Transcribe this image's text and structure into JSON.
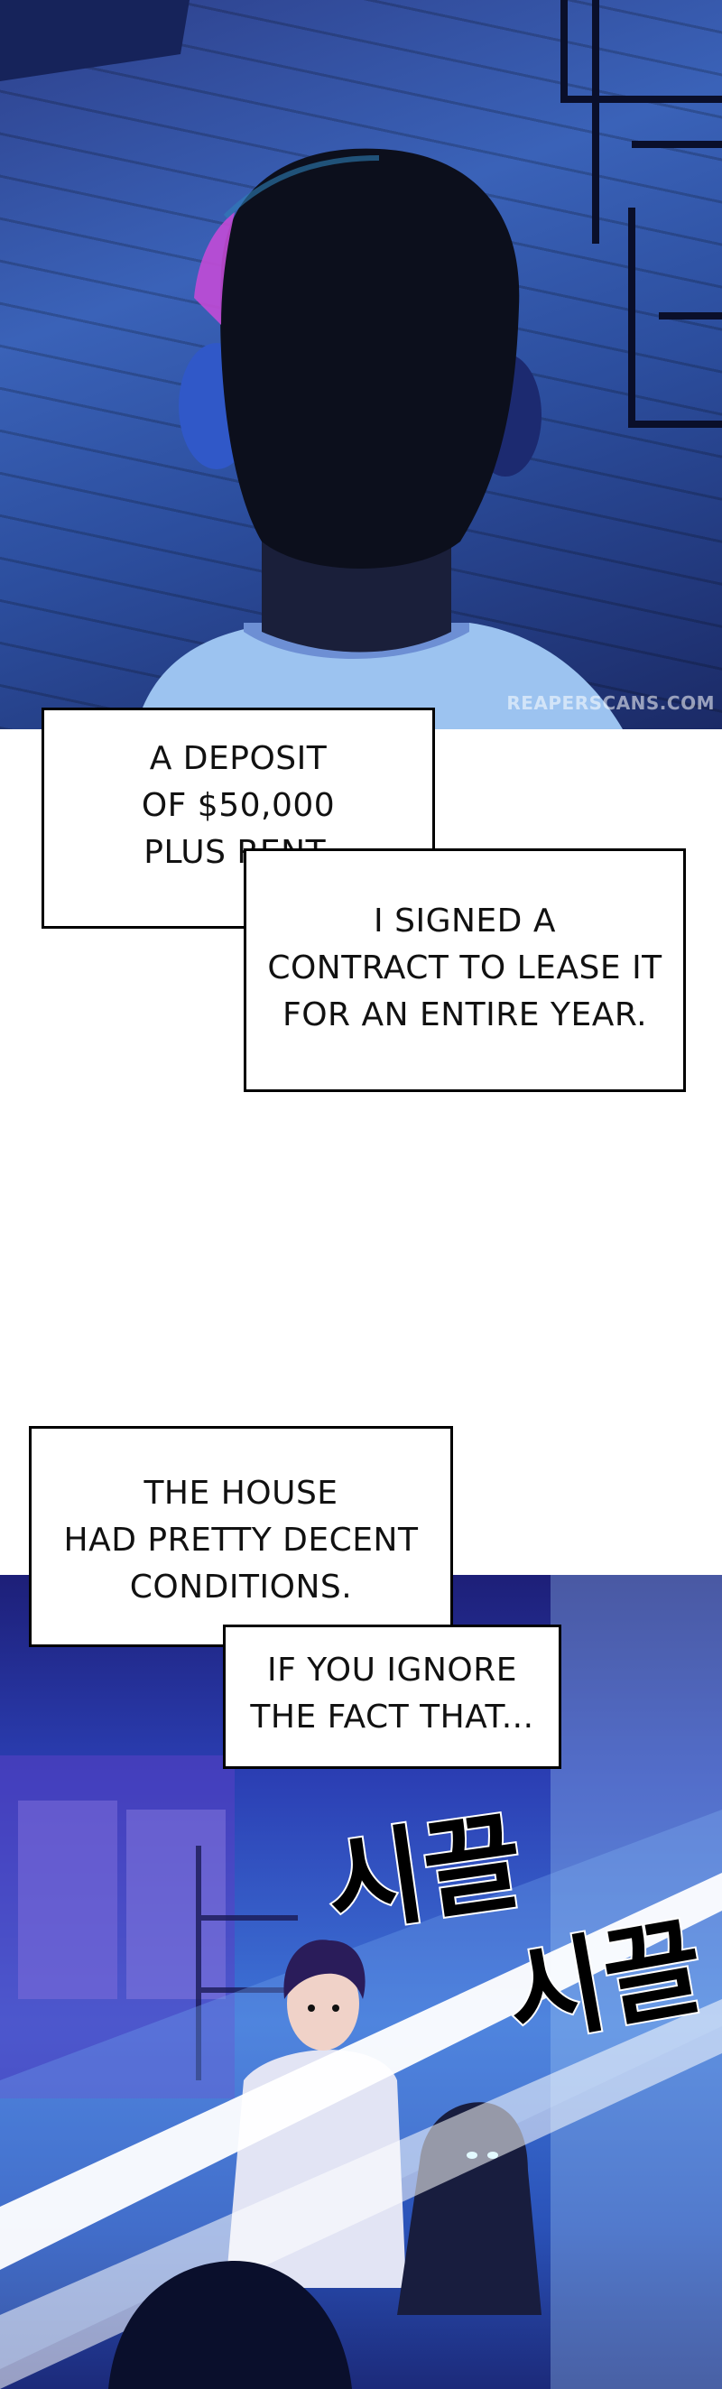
{
  "panels": {
    "top": {
      "watermark": "REAPERSCANS.COM"
    }
  },
  "captions": {
    "first": {
      "lines": [
        "A DEPOSIT",
        "OF $50,000",
        "PLUS RENT."
      ]
    },
    "second": {
      "lines": [
        "I SIGNED A",
        "CONTRACT TO LEASE IT",
        "FOR AN ENTIRE YEAR."
      ]
    },
    "third": {
      "lines": [
        "THE HOUSE",
        "HAD PRETTY DECENT",
        "CONDITIONS."
      ]
    },
    "fourth": {
      "lines": [
        "IF YOU IGNORE",
        "THE FACT THAT..."
      ]
    }
  },
  "sound_effects": [
    "시끌",
    "시끌"
  ]
}
